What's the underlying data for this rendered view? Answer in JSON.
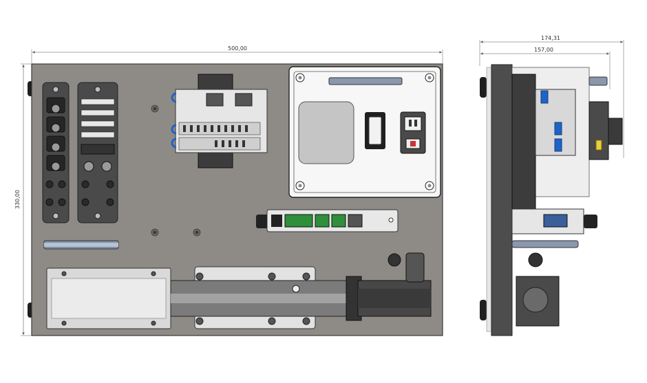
{
  "dimensions": {
    "front_width": "500,00",
    "front_height": "330,00",
    "side_total_depth": "174,31",
    "side_depth": "157,00"
  },
  "colors": {
    "background": "#ffffff",
    "plate": "#8e8b87",
    "plate_edge": "#3a3a3a",
    "module_dark": "#4a4a4a",
    "module_light": "#e6e6e6",
    "accent_blue": "#1f63c6",
    "accent_yellow": "#e8d23a",
    "green_terminal": "#2f8f3a"
  }
}
